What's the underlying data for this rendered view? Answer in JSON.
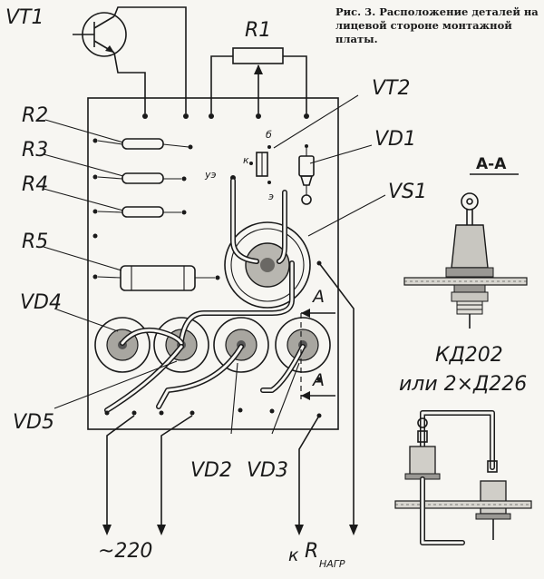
{
  "caption": {
    "line1": "Рис. 3. Расположение деталей на",
    "line2": "лицевой стороне монтажной",
    "line3": "платы."
  },
  "labels": {
    "vt1": "VT1",
    "r1": "R1",
    "vt2": "VT2",
    "vd1": "VD1",
    "r2": "R2",
    "r3": "R3",
    "r4": "R4",
    "r5": "R5",
    "vs1": "VS1",
    "vd4": "VD4",
    "vd5": "VD5",
    "vd2": "VD2",
    "vd3": "VD3",
    "uz": "уэ",
    "pin_k": "к",
    "pin_b": "б",
    "pin_e": "э",
    "cut_a1": "А",
    "cut_a2": "А",
    "ac_input": "~220",
    "load_prefix": "к",
    "load_r": "R",
    "load_sub": "НАГР"
  },
  "section": {
    "title": "А-А",
    "part1": "КД202",
    "part2": "или 2×Д226"
  }
}
